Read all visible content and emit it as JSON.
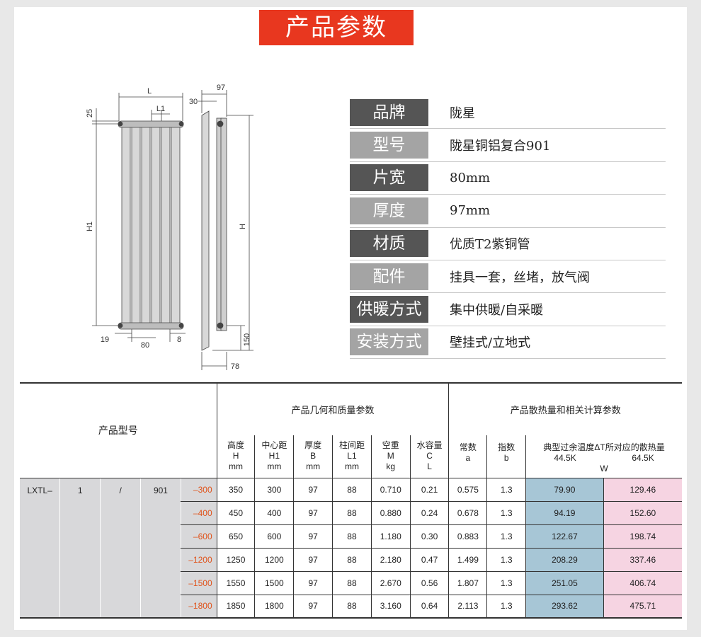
{
  "title": "产品参数",
  "drawing_labels": {
    "L": "L",
    "L1": "L1",
    "H1": "H1",
    "H": "H",
    "d25": "25",
    "d19": "19",
    "d80": "80",
    "d8": "8",
    "d97": "97",
    "d30": "30",
    "d150": "150",
    "d78": "78"
  },
  "specs": [
    {
      "label": "品牌",
      "value": "陇星"
    },
    {
      "label": "型号",
      "value": "陇星铜铝复合901"
    },
    {
      "label": "片宽",
      "value": "80mm"
    },
    {
      "label": "厚度",
      "value": "97mm"
    },
    {
      "label": "材质",
      "value": "优质T2紫铜管"
    },
    {
      "label": "配件",
      "value": "挂具一套，丝堵，放气阀"
    },
    {
      "label": "供暖方式",
      "value": "集中供暖/自采暖"
    },
    {
      "label": "安装方式",
      "value": "壁挂式/立地式"
    }
  ],
  "table": {
    "model_header": "产品型号",
    "geo_header": "产品几何和质量参数",
    "heat_header": "产品散热量和相关计算参数",
    "cols": [
      {
        "name": "高度",
        "sym": "H",
        "unit": "mm"
      },
      {
        "name": "中心距",
        "sym": "H1",
        "unit": "mm"
      },
      {
        "name": "厚度",
        "sym": "B",
        "unit": "mm"
      },
      {
        "name": "柱间距",
        "sym": "L1",
        "unit": "mm"
      },
      {
        "name": "空重",
        "sym": "M",
        "unit": "kg"
      },
      {
        "name": "水容量",
        "sym": "C",
        "unit": "L"
      },
      {
        "name": "常数",
        "sym": "a",
        "unit": ""
      },
      {
        "name": "指数",
        "sym": "b",
        "unit": ""
      }
    ],
    "heat_col": {
      "name": "典型过余温度ΔT所对应的散热量",
      "k1": "44.5K",
      "k2": "64.5K",
      "unit": "W"
    },
    "model_parts": [
      "LXTL–",
      "1",
      "/",
      "901"
    ],
    "rows": [
      {
        "suffix": "–300",
        "H": "350",
        "H1": "300",
        "B": "97",
        "L1": "88",
        "M": "0.710",
        "C": "0.21",
        "a": "0.575",
        "b": "1.3",
        "w1": "79.90",
        "w2": "129.46"
      },
      {
        "suffix": "–400",
        "H": "450",
        "H1": "400",
        "B": "97",
        "L1": "88",
        "M": "0.880",
        "C": "0.24",
        "a": "0.678",
        "b": "1.3",
        "w1": "94.19",
        "w2": "152.60"
      },
      {
        "suffix": "–600",
        "H": "650",
        "H1": "600",
        "B": "97",
        "L1": "88",
        "M": "1.180",
        "C": "0.30",
        "a": "0.883",
        "b": "1.3",
        "w1": "122.67",
        "w2": "198.74"
      },
      {
        "suffix": "–1200",
        "H": "1250",
        "H1": "1200",
        "B": "97",
        "L1": "88",
        "M": "2.180",
        "C": "0.47",
        "a": "1.499",
        "b": "1.3",
        "w1": "208.29",
        "w2": "337.46"
      },
      {
        "suffix": "–1500",
        "H": "1550",
        "H1": "1500",
        "B": "97",
        "L1": "88",
        "M": "2.670",
        "C": "0.56",
        "a": "1.807",
        "b": "1.3",
        "w1": "251.05",
        "w2": "406.74"
      },
      {
        "suffix": "–1800",
        "H": "1850",
        "H1": "1800",
        "B": "97",
        "L1": "88",
        "M": "3.160",
        "C": "0.64",
        "a": "2.113",
        "b": "1.3",
        "w1": "293.62",
        "w2": "475.71"
      }
    ]
  },
  "colors": {
    "title_bg": "#e8371f",
    "label_dark": "#555555",
    "label_light": "#a4a4a4",
    "blue_cell": "#a7c6d6",
    "pink_cell": "#f6d4e2",
    "suffix": "#e0541c"
  }
}
